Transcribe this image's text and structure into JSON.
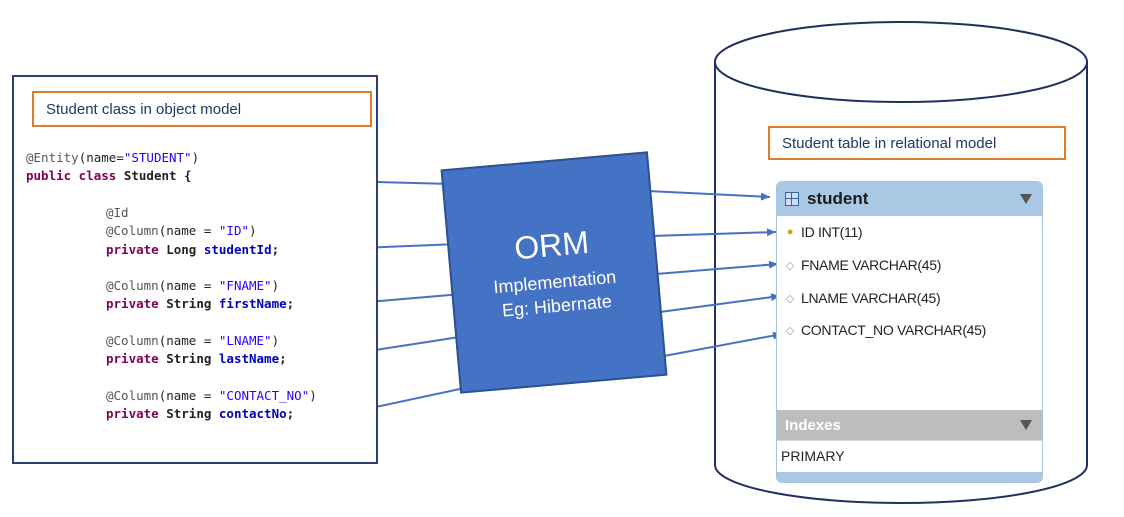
{
  "object_model": {
    "label": "Student class in object model",
    "code": [
      {
        "indent": 0,
        "parts": [
          {
            "t": "ann",
            "v": "@Entity"
          },
          {
            "t": "plain",
            "v": "(name="
          },
          {
            "t": "str",
            "v": "\"STUDENT\""
          },
          {
            "t": "plain",
            "v": ")"
          }
        ]
      },
      {
        "indent": 0,
        "parts": [
          {
            "t": "kw",
            "v": "public class "
          },
          {
            "t": "typ",
            "v": "Student {"
          }
        ]
      },
      {
        "indent": 0,
        "parts": []
      },
      {
        "indent": 1,
        "parts": [
          {
            "t": "ann",
            "v": "@Id"
          }
        ]
      },
      {
        "indent": 1,
        "parts": [
          {
            "t": "ann",
            "v": "@Column"
          },
          {
            "t": "plain",
            "v": "(name = "
          },
          {
            "t": "str",
            "v": "\"ID\""
          },
          {
            "t": "plain",
            "v": ")"
          }
        ]
      },
      {
        "indent": 1,
        "parts": [
          {
            "t": "kw",
            "v": "private "
          },
          {
            "t": "typ",
            "v": "Long "
          },
          {
            "t": "fld",
            "v": "studentId"
          },
          {
            "t": "typ",
            "v": ";"
          }
        ]
      },
      {
        "indent": 0,
        "parts": []
      },
      {
        "indent": 1,
        "parts": [
          {
            "t": "ann",
            "v": "@Column"
          },
          {
            "t": "plain",
            "v": "(name = "
          },
          {
            "t": "str",
            "v": "\"FNAME\""
          },
          {
            "t": "plain",
            "v": ")"
          }
        ]
      },
      {
        "indent": 1,
        "parts": [
          {
            "t": "kw",
            "v": "private "
          },
          {
            "t": "typ",
            "v": "String "
          },
          {
            "t": "fld",
            "v": "firstName"
          },
          {
            "t": "typ",
            "v": ";"
          }
        ]
      },
      {
        "indent": 0,
        "parts": []
      },
      {
        "indent": 1,
        "parts": [
          {
            "t": "ann",
            "v": "@Column"
          },
          {
            "t": "plain",
            "v": "(name = "
          },
          {
            "t": "str",
            "v": "\"LNAME\""
          },
          {
            "t": "plain",
            "v": ")"
          }
        ]
      },
      {
        "indent": 1,
        "parts": [
          {
            "t": "kw",
            "v": "private "
          },
          {
            "t": "typ",
            "v": "String "
          },
          {
            "t": "fld",
            "v": "lastName"
          },
          {
            "t": "typ",
            "v": ";"
          }
        ]
      },
      {
        "indent": 0,
        "parts": []
      },
      {
        "indent": 1,
        "parts": [
          {
            "t": "ann",
            "v": "@Column"
          },
          {
            "t": "plain",
            "v": "(name = "
          },
          {
            "t": "str",
            "v": "\"CONTACT_NO\""
          },
          {
            "t": "plain",
            "v": ")"
          }
        ]
      },
      {
        "indent": 1,
        "parts": [
          {
            "t": "kw",
            "v": "private "
          },
          {
            "t": "typ",
            "v": "String "
          },
          {
            "t": "fld",
            "v": "contactNo"
          },
          {
            "t": "typ",
            "v": ";"
          }
        ]
      }
    ]
  },
  "orm": {
    "title": "ORM",
    "line1": "Implementation",
    "line2": "Eg: Hibernate"
  },
  "relational_model": {
    "label": "Student table in relational model",
    "table_name": "student",
    "columns": [
      {
        "icon": "primary-key-icon",
        "text": "ID INT(11)"
      },
      {
        "icon": "diamond-icon",
        "text": "FNAME VARCHAR(45)"
      },
      {
        "icon": "diamond-icon",
        "text": "LNAME VARCHAR(45)"
      },
      {
        "icon": "diamond-icon",
        "text": "CONTACT_NO VARCHAR(45)"
      }
    ],
    "indexes_label": "Indexes",
    "indexes": [
      "PRIMARY"
    ]
  },
  "colors": {
    "arrow": "#4472c4",
    "orm_fill": "#4472c4",
    "label_border": "#e07b2a",
    "code_box_border": "#2f3f73"
  }
}
